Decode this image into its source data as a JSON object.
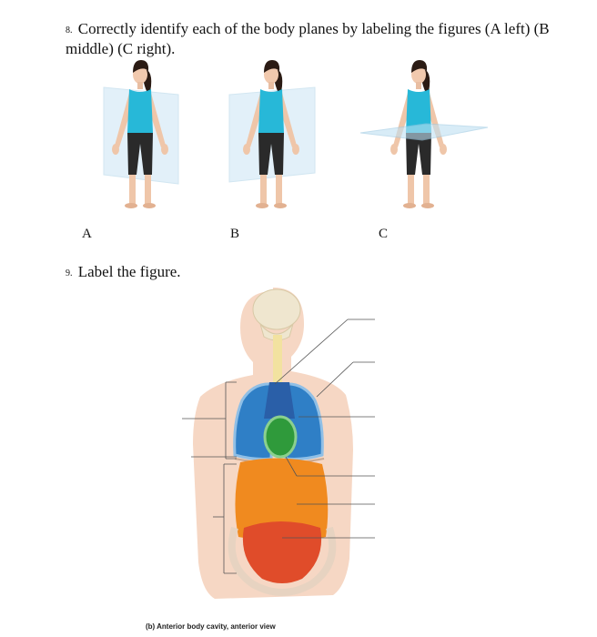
{
  "question8": {
    "number": "8.",
    "text": "Correctly identify each of the body planes by labeling the figures (A left) (B middle) (C right)."
  },
  "figure_letters": [
    "A",
    "B",
    "C"
  ],
  "question9": {
    "number": "9.",
    "text": "Label the figure."
  },
  "caption": "(b) Anterior body cavity, anterior view",
  "colors": {
    "skin": "#f4d2bd",
    "top": "#27b8d8",
    "pants": "#2a2a2a",
    "plane": "#bfe0f2",
    "lungs": "#2f7fc6",
    "heart": "#2f9a3b",
    "abdomen": "#f08a1f",
    "pelvis": "#e04c2a",
    "leader": "#555555"
  }
}
